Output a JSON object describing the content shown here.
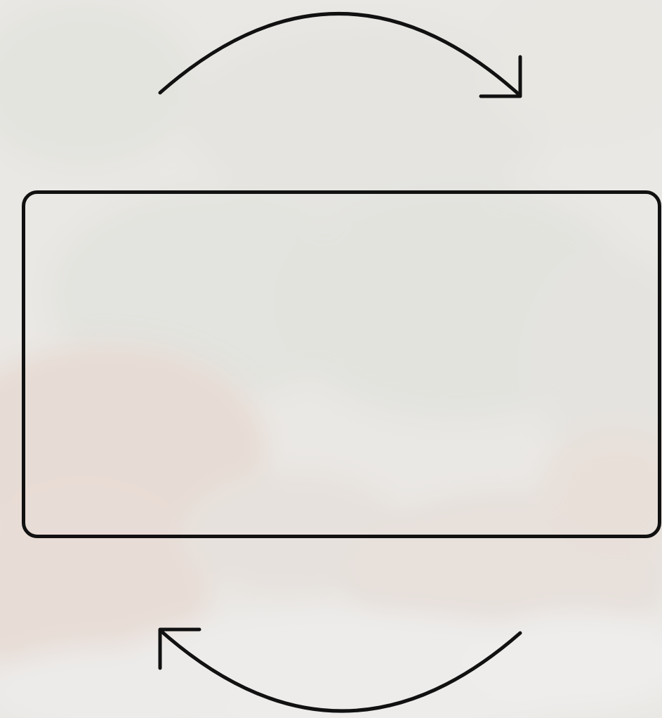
{
  "diagram": {
    "type": "cycle",
    "description_visible_text": "",
    "stroke_color": "#111111",
    "background_tint": "#ecebe9",
    "nodes": [
      {
        "id": "center-box",
        "label": ""
      }
    ],
    "arrows": [
      {
        "id": "top-arrow",
        "direction": "clockwise",
        "label": ""
      },
      {
        "id": "bottom-arrow",
        "direction": "clockwise",
        "label": ""
      }
    ]
  }
}
